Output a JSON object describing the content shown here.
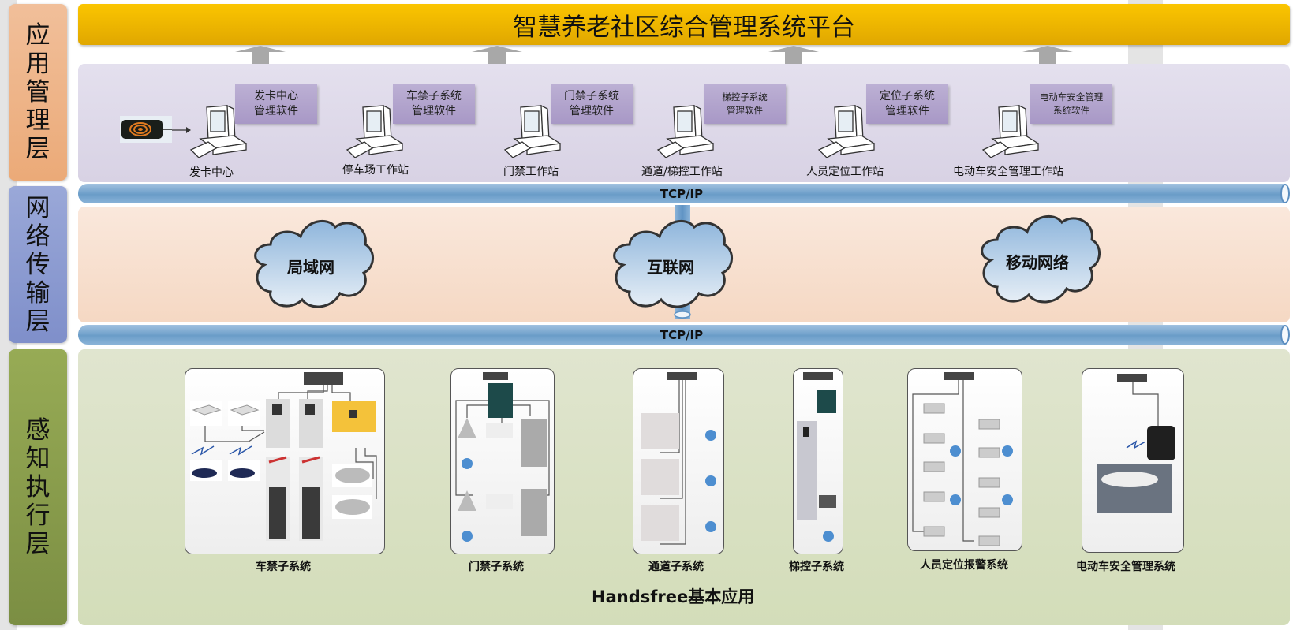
{
  "title": "智慧养老社区综合管理系统平台",
  "layers": [
    {
      "id": "app",
      "label": "应用管理层",
      "chars": [
        "应",
        "用",
        "管",
        "理",
        "层"
      ],
      "color": "#eeb384"
    },
    {
      "id": "net",
      "label": "网络传输层",
      "chars": [
        "网",
        "络",
        "传",
        "输",
        "层"
      ],
      "color": "#8d9bd1"
    },
    {
      "id": "sense",
      "label": "感知执行层",
      "chars": [
        "感",
        "知",
        "执",
        "行",
        "层"
      ],
      "color": "#8a9d4c"
    }
  ],
  "app_layer": {
    "software": [
      {
        "name": "发卡中心管理软件",
        "lines": [
          "发卡中心",
          "管理软件"
        ]
      },
      {
        "name": "车禁子系统管理软件",
        "lines": [
          "车禁子系统",
          "管理软件"
        ]
      },
      {
        "name": "门禁子系统管理软件",
        "lines": [
          "门禁子系统",
          "管理软件"
        ]
      },
      {
        "name": "梯控子系统管理软件",
        "lines": [
          "梯控子系统",
          "管理软件"
        ]
      },
      {
        "name": "定位子系统管理软件",
        "lines": [
          "定位子系统",
          "管理软件"
        ]
      },
      {
        "name": "电动车安全管理系统软件",
        "lines": [
          "电动车安全管理",
          "系统软件"
        ]
      }
    ],
    "workstations": [
      "发卡中心",
      "停车场工作站",
      "门禁工作站",
      "通道/梯控工作站",
      "人员定位工作站",
      "电动车安全管理工作站"
    ]
  },
  "protocols": {
    "top": "TCP/IP",
    "bottom": "TCP/IP"
  },
  "networks": [
    "局域网",
    "互联网",
    "移动网络"
  ],
  "subsystems": [
    "车禁子系统",
    "门禁子系统",
    "通道子系统",
    "梯控子系统",
    "人员定位报警系统",
    "电动车安全管理系统"
  ],
  "footer": "Handsfree基本应用",
  "icons": {
    "card_reader": "card-reader-icon",
    "workstation": "computer-icon",
    "cloud": "cloud-icon",
    "switch": "network-switch-icon",
    "wireless": "wireless-signal-icon",
    "user": "user-card-icon"
  }
}
